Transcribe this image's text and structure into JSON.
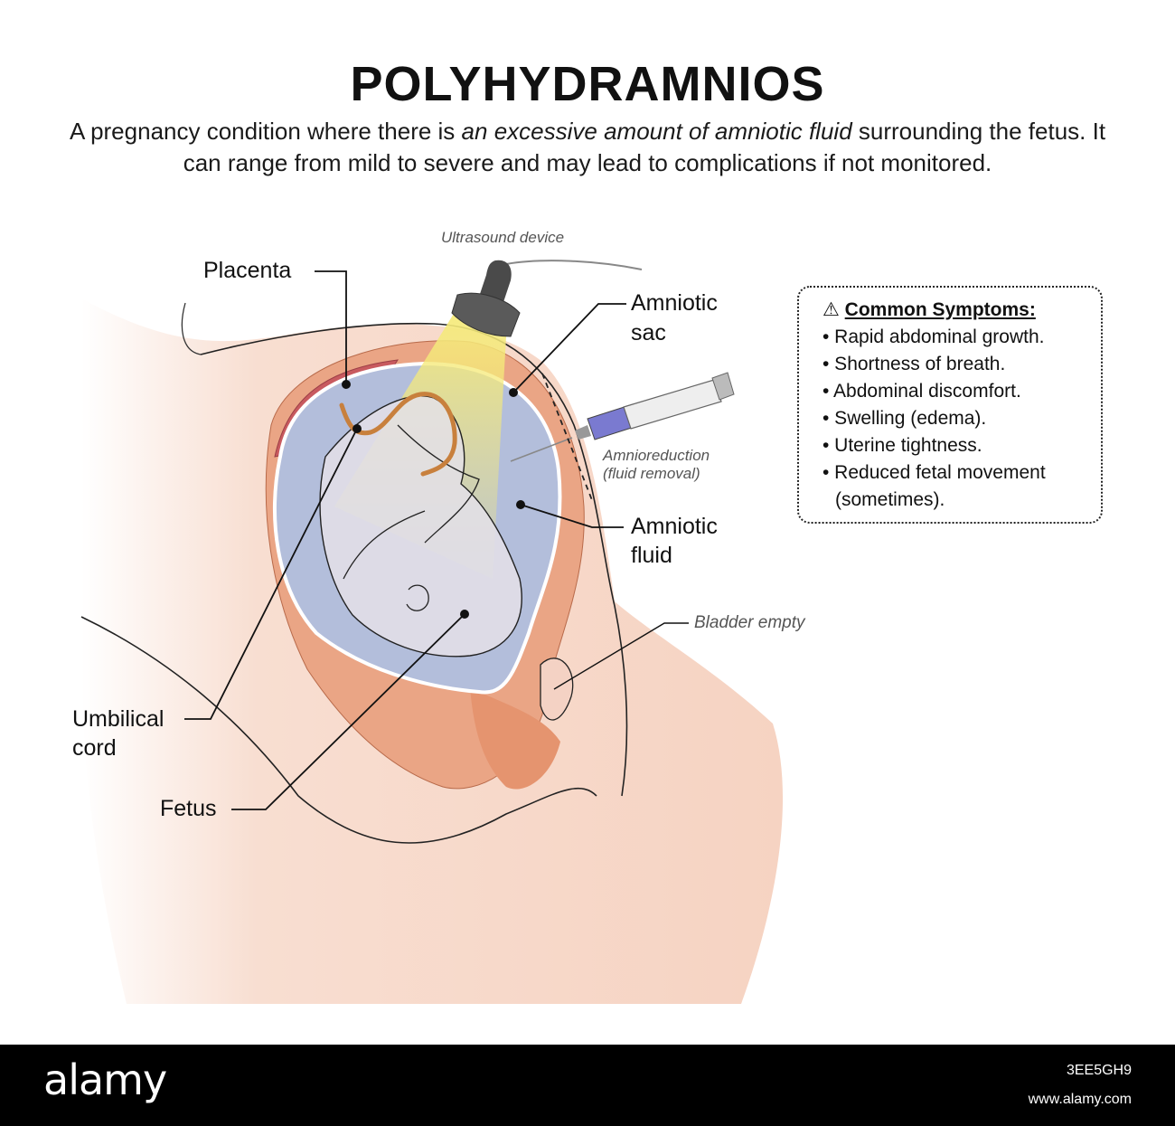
{
  "title": "POLYHYDRAMNIOS",
  "subtitle": {
    "part1": "A pregnancy condition where there is ",
    "emphasis": "an excessive amount of amniotic fluid",
    "part2": " surrounding the fetus. It can range from mild to severe and may lead to complications if not monitored."
  },
  "labels": {
    "placenta": "Placenta",
    "amniotic_sac_line1": "Amniotic",
    "amniotic_sac_line2": "sac",
    "amniotic_fluid_line1": "Amniotic",
    "amniotic_fluid_line2": "fluid",
    "umbilical_cord_line1": "Umbilical",
    "umbilical_cord_line2": "cord",
    "fetus": "Fetus"
  },
  "notes": {
    "ultrasound": "Ultrasound device",
    "amnioreduction_line1": "Amnioreduction",
    "amnioreduction_line2": "(fluid removal)",
    "bladder": "Bladder empty"
  },
  "symptoms": {
    "warning_icon": "⚠",
    "heading": "Common Symptoms:",
    "items": [
      "• Rapid abdominal growth.",
      "• Shortness of breath.",
      "• Abdominal discomfort.",
      "• Swelling (edema).",
      "• Uterine tightness.",
      "• Reduced fetal movement (sometimes)."
    ]
  },
  "footer": {
    "brand": "alamy",
    "image_id": "3EE5GH9",
    "site": "www.alamy.com"
  },
  "colors": {
    "skin": "#f6d6c6",
    "uterus": "#eaa585",
    "placenta": "#c85a5f",
    "fluid": "#b3bedb",
    "cord": "#c8803d",
    "beam": "#f6ec8a",
    "footer_bg": "#000000"
  }
}
